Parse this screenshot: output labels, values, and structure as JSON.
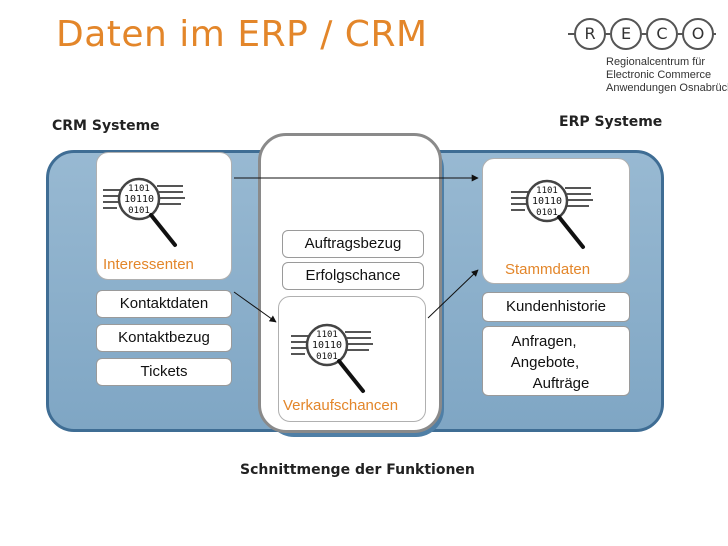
{
  "title": "Daten im ERP / CRM",
  "logo": {
    "letters": [
      "R",
      "E",
      "C",
      "O"
    ],
    "lines": [
      "Regionalcentrum für",
      "Electronic Commerce",
      "Anwendungen Osnabrück"
    ]
  },
  "labels": {
    "crm": "CRM Systeme",
    "erp": "ERP Systeme",
    "intersection": "Schnittmenge der Funktionen"
  },
  "crm": {
    "card_label": "Interessenten",
    "items": [
      "Kontaktdaten",
      "Kontaktbezug",
      "Tickets"
    ]
  },
  "center": {
    "items": [
      "Auftragsbezug",
      "Erfolgschance"
    ],
    "card_label": "Verkaufschancen"
  },
  "erp": {
    "card_label": "Stammdaten",
    "items": [
      "Kundenhistorie"
    ],
    "multi": [
      "Anfragen,",
      "Angebote,",
      "Aufträge"
    ]
  },
  "binary": [
    "1101",
    "10110",
    "0101"
  ],
  "colors": {
    "title": "#e3862a",
    "accent": "#e3862a",
    "blue_fill": "#8fb1cc",
    "blue_border": "#3f6d94"
  },
  "icons": [
    "magnifier-binary-icon",
    "arrow-icon"
  ]
}
